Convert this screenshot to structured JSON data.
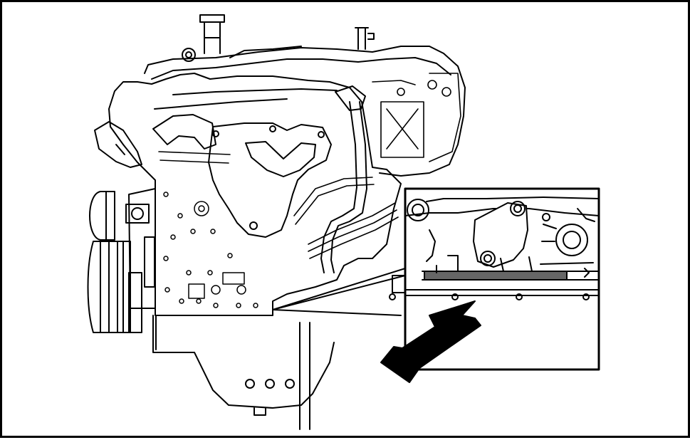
{
  "figure": {
    "kind": "technical-illustration",
    "subject": "engine-assembly-line-drawing",
    "detail_callout": "magnified-view-with-arrow",
    "colors": {
      "ink": "#000000",
      "paper": "#ffffff",
      "gasket_fill": "#666666"
    },
    "icons": [
      "pointer-arrow-icon"
    ]
  }
}
